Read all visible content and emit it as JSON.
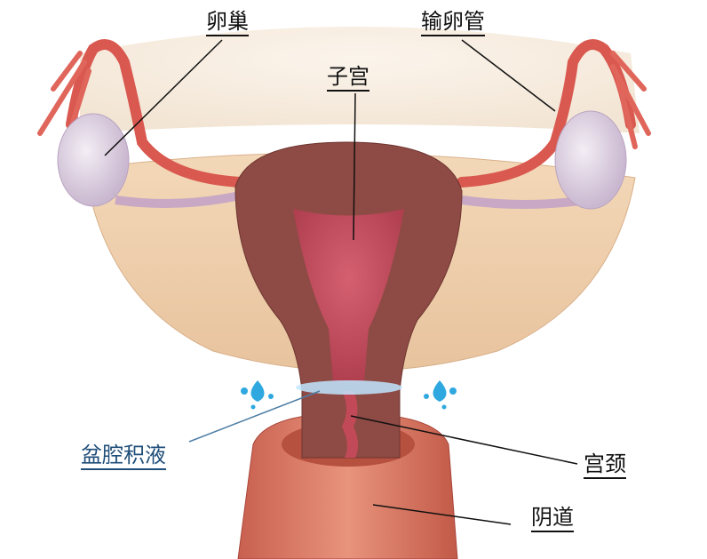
{
  "labels": {
    "ovary": "卵巢",
    "fallopian_tube": "输卵管",
    "uterus": "子宫",
    "pelvic_effusion": "盆腔积液",
    "cervix": "宫颈",
    "vagina": "阴道"
  },
  "colors": {
    "label_text": "#111111",
    "effusion_label": "#1f4e79",
    "water_drops": "#2fa8e0"
  }
}
